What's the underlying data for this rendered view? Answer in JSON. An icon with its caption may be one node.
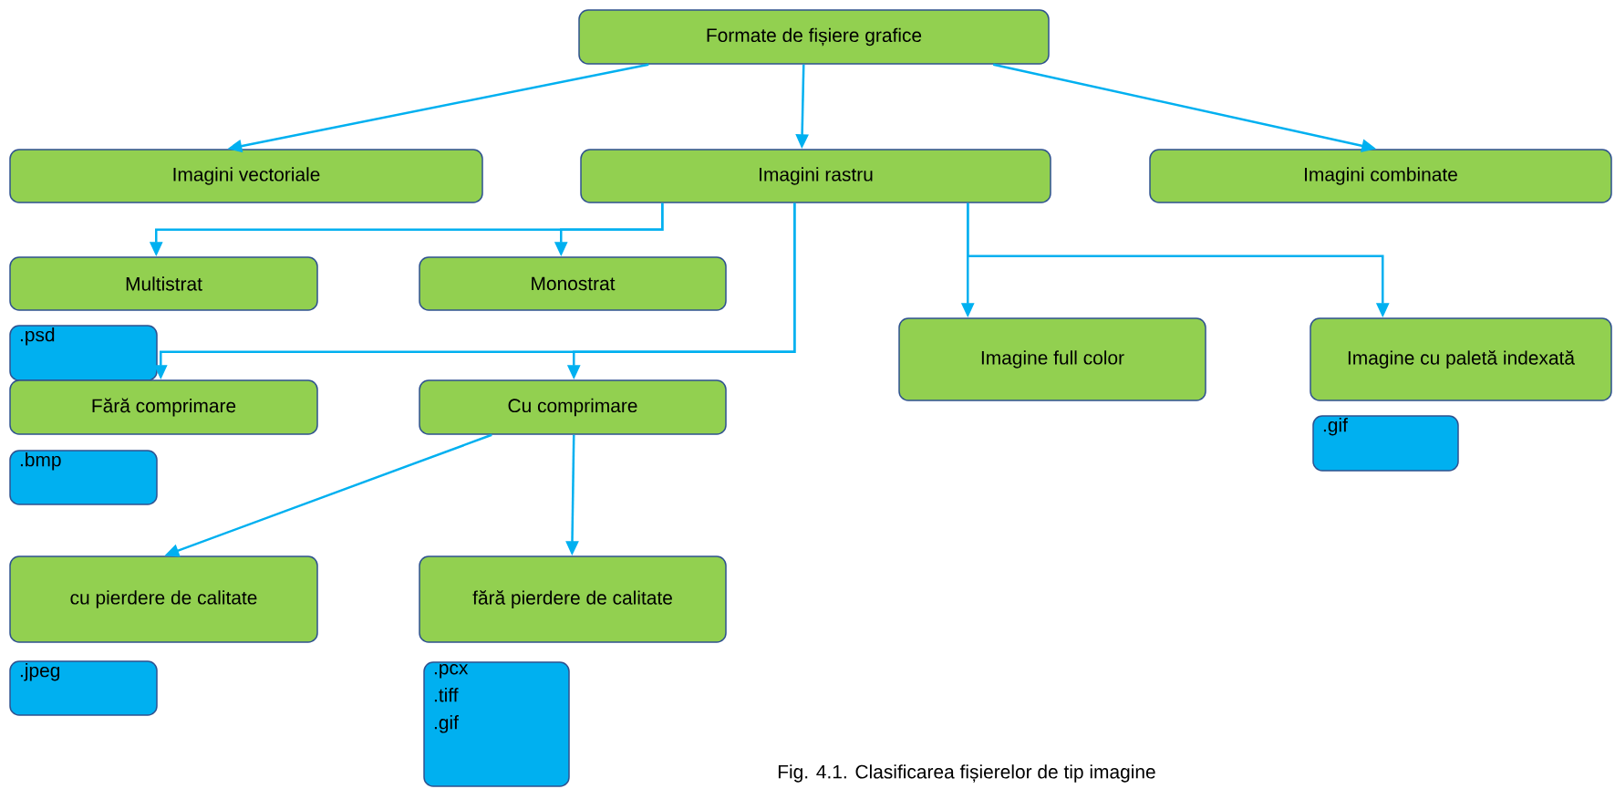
{
  "diagram": {
    "caption": "Fig. 4.1. Clasificarea fișierelor de tip imagine",
    "nodes": [
      {
        "text": [
          "Formate de fișiere grafice"
        ]
      },
      {
        "text": [
          "Imagini vectoriale"
        ]
      },
      {
        "text": [
          "Imagini rastru"
        ]
      },
      {
        "text": [
          "Imagini combinate"
        ]
      },
      {
        "text": [
          "Multistrat"
        ]
      },
      {
        "text": [
          "Monostrat"
        ]
      },
      {
        "text": [
          "Imagine full color"
        ]
      },
      {
        "text": [
          "Imagine cu paletă indexată"
        ]
      },
      {
        "text": [
          ".psd"
        ]
      },
      {
        "text": [
          "Fără comprimare"
        ]
      },
      {
        "text": [
          "Cu comprimare"
        ]
      },
      {
        "text": [
          ".gif"
        ]
      },
      {
        "text": [
          ".bmp"
        ]
      },
      {
        "text": [
          "cu pierdere de calitate"
        ]
      },
      {
        "text": [
          "fără pierdere de calitate"
        ]
      },
      {
        "text": [
          ".jpeg"
        ]
      },
      {
        "text": [
          ".pcx",
          ".tiff",
          ".gif"
        ]
      }
    ],
    "edges": [
      {
        "from": 0,
        "to": 1,
        "arrow": "to"
      },
      {
        "from": 0,
        "to": 2,
        "arrow": "to"
      },
      {
        "from": 0,
        "to": 3,
        "arrow": "to"
      },
      {
        "from": 2,
        "to": 4,
        "arrow": "to"
      },
      {
        "from": 2,
        "to": 5,
        "arrow": "to"
      },
      {
        "from": 2,
        "to": 9,
        "arrow": "to"
      },
      {
        "from": 2,
        "to": 10,
        "arrow": "to"
      },
      {
        "from": 2,
        "to": 6,
        "arrow": "to"
      },
      {
        "from": 2,
        "to": 7,
        "arrow": "to"
      },
      {
        "from": 10,
        "to": 13,
        "arrow": "to"
      },
      {
        "from": 10,
        "to": 14,
        "arrow": "to"
      }
    ]
  }
}
